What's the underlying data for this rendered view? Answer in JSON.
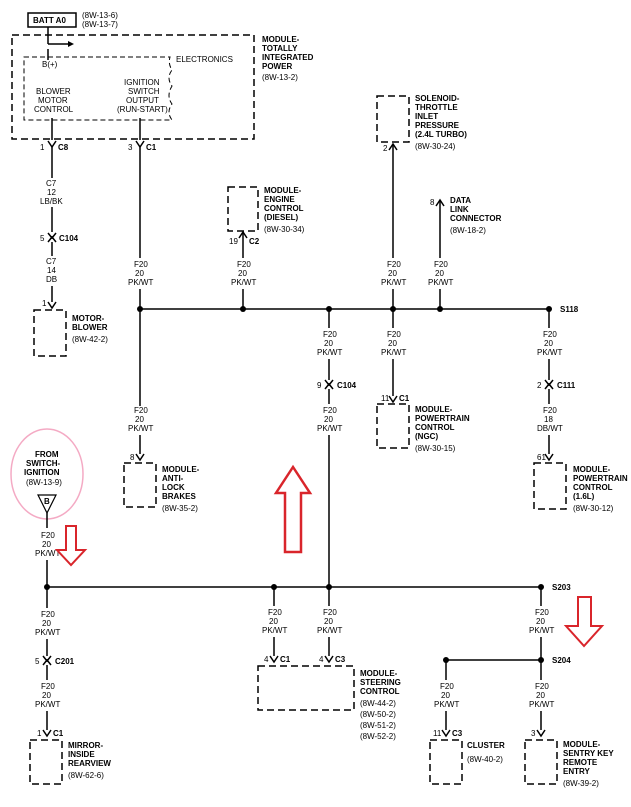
{
  "batt": {
    "label": "BATT A0",
    "ref1": "(8W-13-6)",
    "ref2": "(8W-13-7)"
  },
  "tip": {
    "title": [
      "MODULE-",
      "TOTALLY",
      "INTEGRATED",
      "POWER"
    ],
    "ref": "(8W-13-2)",
    "electronics": "ELECTRONICS",
    "bplus": "B(+)",
    "blower": [
      "BLOWER",
      "MOTOR",
      "CONTROL"
    ],
    "ign": [
      "IGNITION",
      "SWITCH",
      "OUTPUT",
      "(RUN-START)"
    ]
  },
  "c8": {
    "pin": "1",
    "conn": "C8"
  },
  "c1_tip": {
    "pin": "3",
    "conn": "C1"
  },
  "wire_c7_12": [
    "C7",
    "12",
    "LB/BK"
  ],
  "c104a": {
    "pin": "5",
    "conn": "C104"
  },
  "wire_c7_14": [
    "C7",
    "14",
    "DB"
  ],
  "motor_blower": {
    "pin": "1",
    "title": [
      "MOTOR-",
      "BLOWER"
    ],
    "ref": "(8W-42-2)"
  },
  "solenoid": {
    "pin": "2",
    "title": [
      "SOLENOID-",
      "THROTTLE",
      "INLET",
      "PRESSURE",
      "(2.4L TURBO)"
    ],
    "ref": "(8W-30-24)"
  },
  "dlc": {
    "pin": "8",
    "title": [
      "DATA",
      "LINK",
      "CONNECTOR"
    ],
    "ref": "(8W-18-2)"
  },
  "ecm": {
    "pin": "19",
    "conn": "C2",
    "title": [
      "MODULE-",
      "ENGINE",
      "CONTROL",
      "(DIESEL)"
    ],
    "ref": "(8W-30-34)"
  },
  "wire_f20": [
    "F20",
    "20",
    "PK/WT"
  ],
  "wire_f20_18": [
    "F20",
    "18",
    "DB/WT"
  ],
  "s118": "S118",
  "c104b": {
    "pin": "9",
    "conn": "C104"
  },
  "ngc": {
    "pin": "11",
    "conn": "C1",
    "title": [
      "MODULE-",
      "POWERTRAIN",
      "CONTROL",
      "(NGC)"
    ],
    "ref": "(8W-30-15)"
  },
  "c111": {
    "pin": "2",
    "conn": "C111"
  },
  "pcm16": {
    "pin": "61",
    "title": [
      "MODULE-",
      "POWERTRAIN",
      "CONTROL",
      "(1.6L)"
    ],
    "ref": "(8W-30-12)"
  },
  "abs": {
    "pin": "8",
    "title": [
      "MODULE-",
      "ANTI-",
      "LOCK",
      "BRAKES"
    ],
    "ref": "(8W-35-2)"
  },
  "from_switch": {
    "lines": [
      "FROM",
      "SWITCH-",
      "IGNITION",
      "(8W-13-9)"
    ],
    "letter": "B"
  },
  "s203": "S203",
  "s204": "S204",
  "c201": {
    "pin": "5",
    "conn": "C201"
  },
  "mirror": {
    "pin": "1",
    "conn": "C1",
    "title": [
      "MIRROR-",
      "INSIDE",
      "REARVIEW"
    ],
    "ref": "(8W-62-6)"
  },
  "steering": {
    "pin1": "4",
    "conn1": "C1",
    "pin2": "4",
    "conn2": "C3",
    "title": [
      "MODULE-",
      "STEERING",
      "CONTROL"
    ],
    "refs": [
      "(8W-44-2)",
      "(8W-50-2)",
      "(8W-51-2)",
      "(8W-52-2)"
    ]
  },
  "cluster": {
    "pin": "11",
    "conn": "C3",
    "title": [
      "CLUSTER"
    ],
    "ref": "(8W-40-2)"
  },
  "sentry": {
    "pin": "3",
    "title": [
      "MODULE-",
      "SENTRY KEY",
      "REMOTE",
      "ENTRY"
    ],
    "ref": "(8W-39-2)"
  },
  "colors": {
    "arrow": "#d9252b",
    "circle": "#f4aac4"
  }
}
